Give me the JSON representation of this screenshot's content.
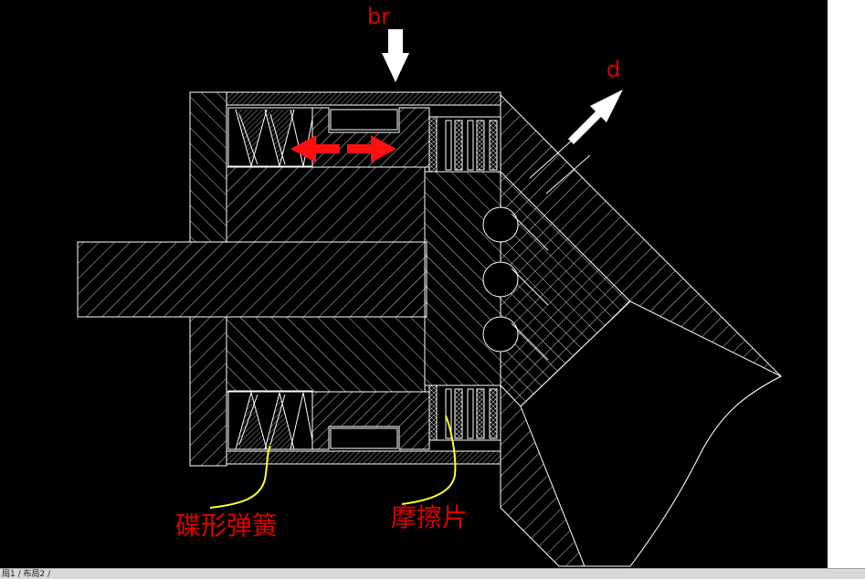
{
  "labels": {
    "force_br": "br",
    "force_d": "d",
    "disc_spring": "碟形弹簧",
    "friction_plate": "摩擦片"
  },
  "status_bar": {
    "text": "局1 / 布局2 /"
  },
  "colors": {
    "background": "#000000",
    "lines": "#ffffff",
    "label_text": "#e00000",
    "arrow_red": "#ff1010",
    "leader_yellow": "#ffff33",
    "arrow_white": "#ffffff"
  }
}
